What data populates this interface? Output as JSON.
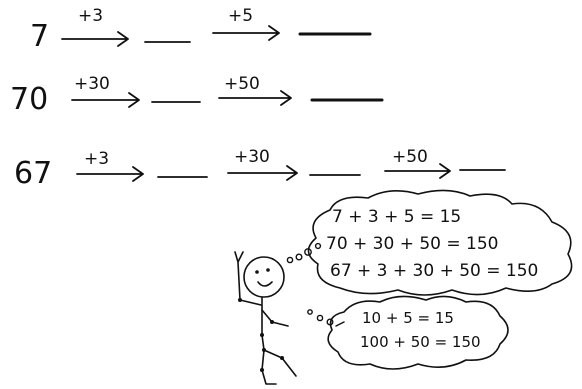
{
  "rows": [
    {
      "start": "7",
      "ops": [
        "+3",
        "+5"
      ]
    },
    {
      "start": "70",
      "ops": [
        "+30",
        "+50"
      ]
    },
    {
      "start": "67",
      "ops": [
        "+3",
        "+30",
        "+50"
      ]
    }
  ],
  "thought_cloud_large": {
    "lines": [
      "7 + 3 + 5 = 15",
      "70 + 30 + 50 = 150",
      "67 + 3 + 30 + 50 = 150"
    ]
  },
  "thought_cloud_small": {
    "lines": [
      "10 + 5 = 15",
      "100 + 50 = 150"
    ]
  }
}
